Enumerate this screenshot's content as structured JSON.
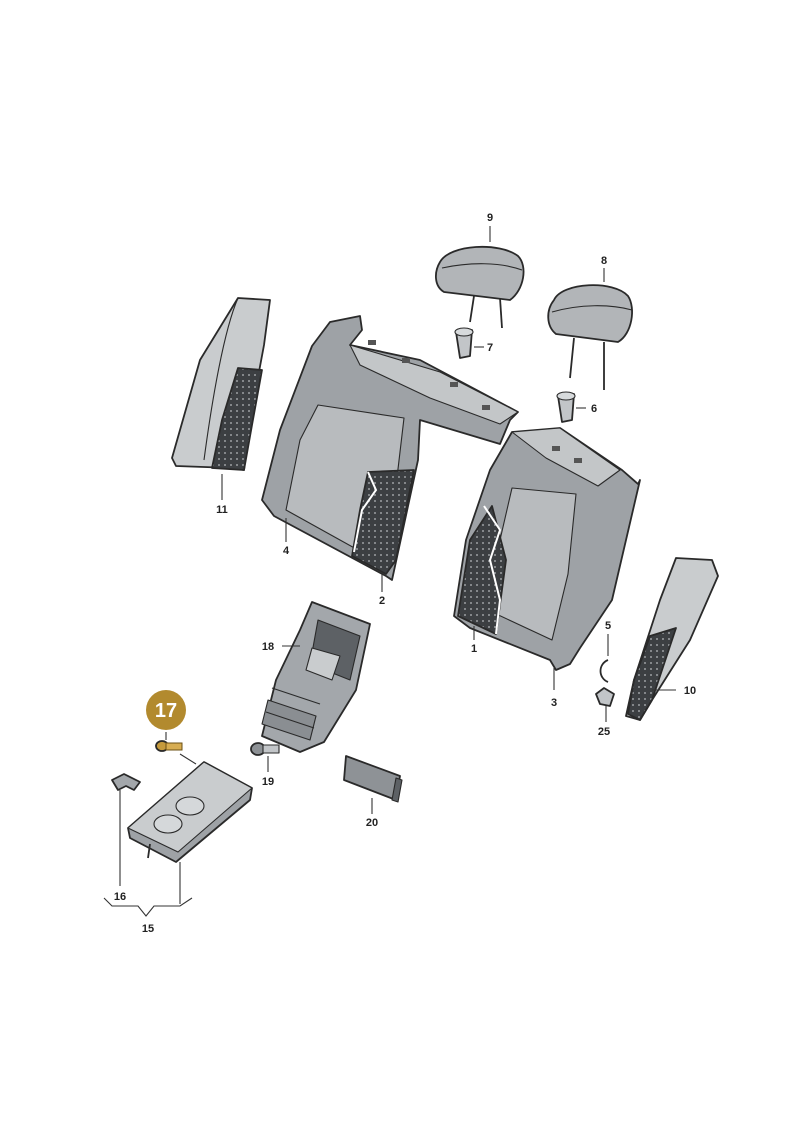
{
  "callouts": {
    "c1": "1",
    "c2": "2",
    "c3": "3",
    "c4": "4",
    "c5": "5",
    "c6": "6",
    "c7": "7",
    "c8": "8",
    "c9": "9",
    "c10": "10",
    "c11": "11",
    "c15": "15",
    "c16": "16",
    "c17": "17",
    "c18": "18",
    "c19": "19",
    "c20": "20",
    "c25": "25"
  },
  "colors": {
    "highlight_badge": "#b28a2e",
    "part_fill": "#a9adb1",
    "part_light": "#d5d8da",
    "part_dark": "#6f7478",
    "foam": "#3c3f42"
  }
}
